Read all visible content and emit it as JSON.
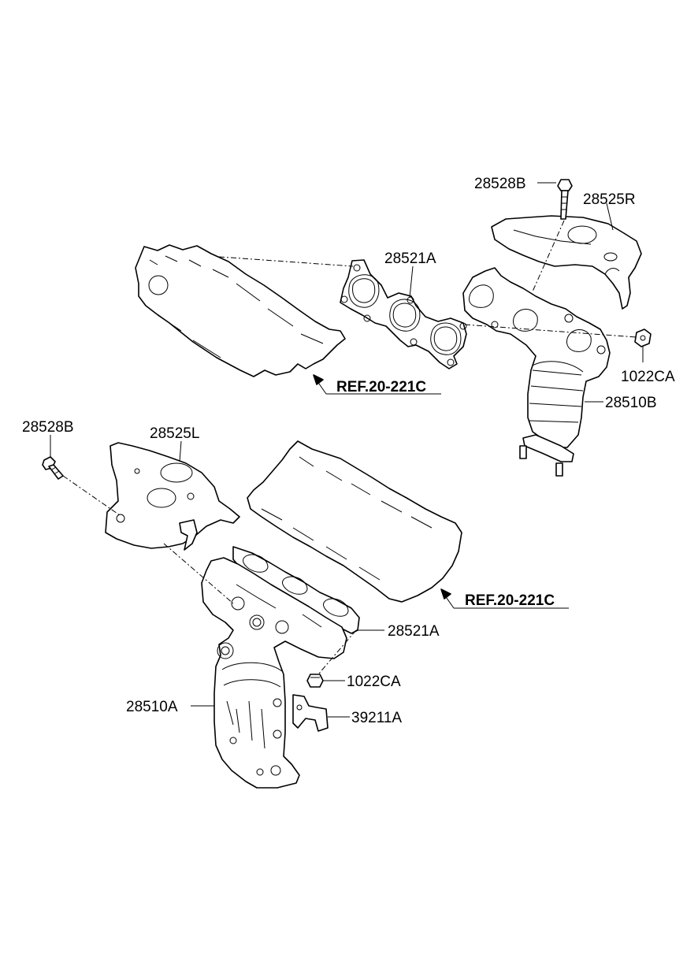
{
  "labels": {
    "b_r": "28528B",
    "hs_r": "28525R",
    "gk_r": "28521A",
    "ref_r": "REF.20-221C",
    "nut_r": "1022CA",
    "mf_r": "28510B",
    "b_l": "28528B",
    "hs_l": "28525L",
    "ref_l": "REF.20-221C",
    "gk_l": "28521A",
    "nut_l": "1022CA",
    "mf_l": "28510A",
    "br_l": "39211A"
  }
}
